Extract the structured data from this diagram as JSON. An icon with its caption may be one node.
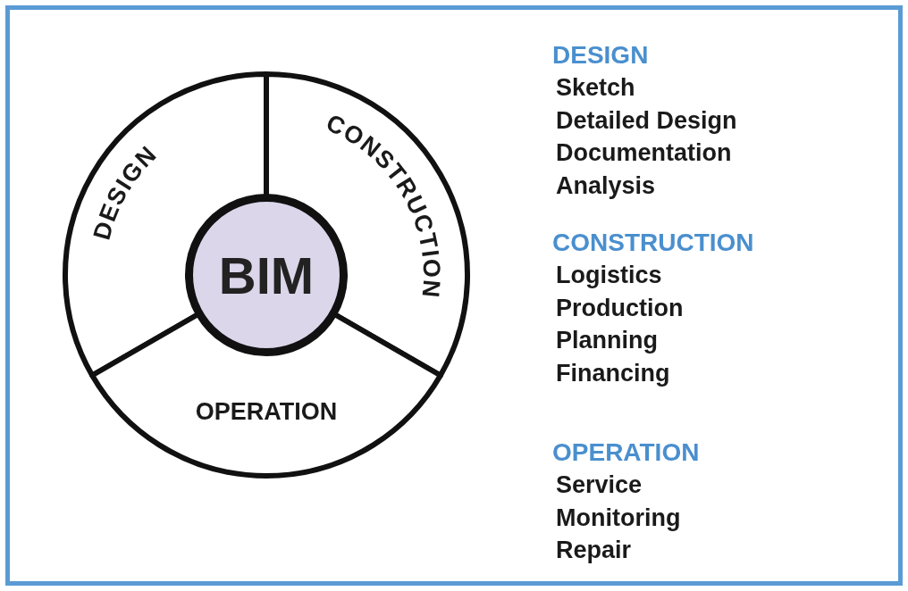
{
  "diagram": {
    "nodes": [
      {
        "text": [
          "DESIGN"
        ]
      },
      {
        "text": [
          "CONSTRUCTION"
        ]
      },
      {
        "text": [
          "BIM"
        ]
      },
      {
        "text": [
          "OPERATION"
        ]
      }
    ],
    "labels": [
      "DESIGN",
      "Sketch",
      "Detailed Design",
      "Documentation",
      "Analysis",
      "CONSTRUCTION",
      "Logistics",
      "Production",
      "Planning",
      "Financing",
      "OPERATION",
      "Service",
      "Monitoring",
      "Repair"
    ]
  }
}
